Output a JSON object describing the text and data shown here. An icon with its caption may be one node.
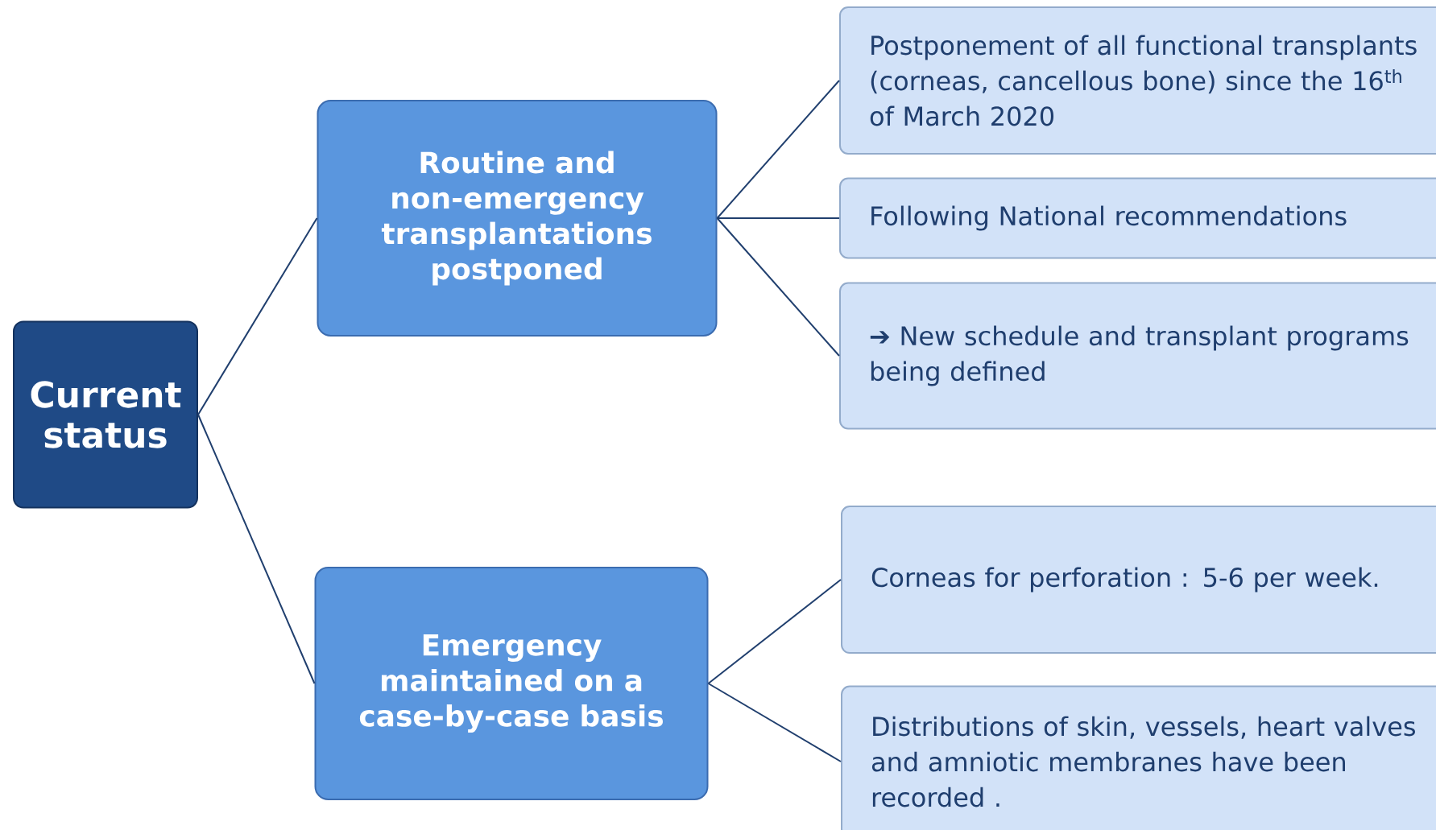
{
  "diagram": {
    "nodes": [
      {
        "text": [
          "Current status"
        ]
      },
      {
        "text": [
          "Routine and non-emergency transplantations postponed"
        ]
      },
      {
        "text": [
          "Emergency maintained on a case-by-case basis"
        ]
      },
      {
        "text": [
          "Postponement of all functional transplants (corneas, cancellous bone) since the 16$^{th}$ of March 2020"
        ]
      },
      {
        "text": [
          "Following National recommendations"
        ]
      },
      {
        "text": [
          "➔ New schedule and transplant programs being defined"
        ]
      },
      {
        "text": [
          "Corneas for perforation : 5-6 per week."
        ]
      },
      {
        "text": [
          "Distributions of skin, vessels, heart valves and amniotic membranes have been recorded ."
        ]
      }
    ],
    "edges": [
      {
        "from": 0,
        "to": 1,
        "arrow": "none"
      },
      {
        "from": 0,
        "to": 2,
        "arrow": "none"
      },
      {
        "from": 1,
        "to": 3,
        "arrow": "none"
      },
      {
        "from": 1,
        "to": 4,
        "arrow": "none"
      },
      {
        "from": 1,
        "to": 5,
        "arrow": "none"
      },
      {
        "from": 2,
        "to": 6,
        "arrow": "none"
      },
      {
        "from": 2,
        "to": 7,
        "arrow": "none"
      }
    ]
  }
}
